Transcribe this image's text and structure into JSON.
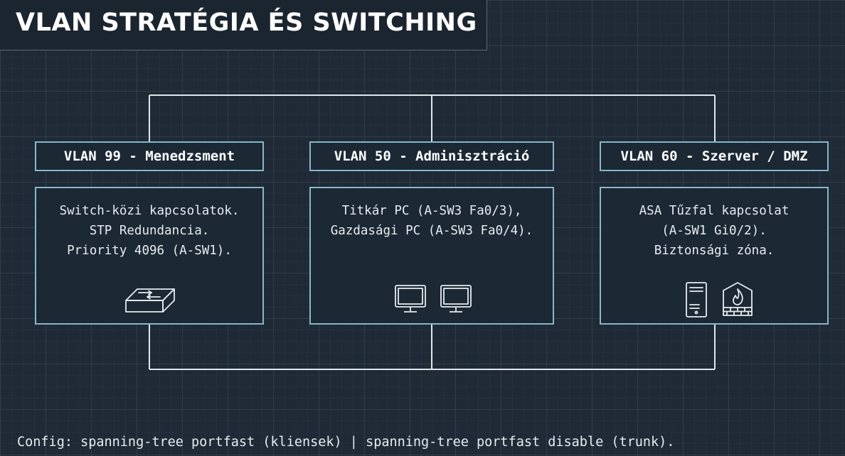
{
  "title": "VLAN STRATÉGIA ÉS SWITCHING",
  "vlans": [
    {
      "header": "VLAN 99 - Menedzsment",
      "lines": [
        "Switch-közi kapcsolatok.",
        "STP Redundancia.",
        "Priority 4096 (A-SW1)."
      ],
      "icons": [
        "switch-icon"
      ]
    },
    {
      "header": "VLAN 50 - Adminisztráció",
      "lines": [
        "Titkár PC (A-SW3 Fa0/3),",
        "Gazdasági PC (A-SW3 Fa0/4)."
      ],
      "icons": [
        "monitor-icon",
        "monitor-icon"
      ]
    },
    {
      "header": "VLAN 60 - Szerver / DMZ",
      "lines": [
        "ASA Tűzfal kapcsolat",
        "(A-SW1 Gi0/2).",
        "Biztonsági zóna."
      ],
      "icons": [
        "server-icon",
        "firewall-icon"
      ]
    }
  ],
  "footer": "Config: spanning-tree portfast (kliensek) | spanning-tree portfast disable (trunk).",
  "colors": {
    "background": "#1f2a36",
    "border": "#86b7c9",
    "wire": "#dfe6ea",
    "text": "#ffffff"
  }
}
